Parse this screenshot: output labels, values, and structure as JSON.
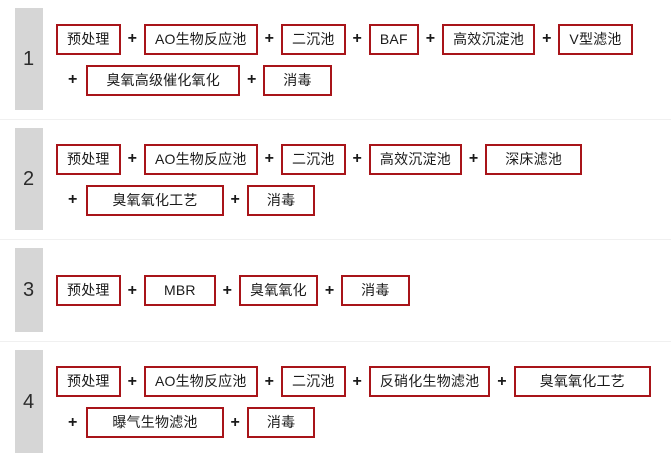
{
  "accent": {
    "box_border": "#a81419",
    "index_chip_bg": "#d6d6d6",
    "row_divider": "#f0f0f0",
    "text": "#1a1a1a",
    "page_bg": "#ffffff"
  },
  "connector": "+",
  "rows": [
    {
      "index": "1",
      "lines": [
        {
          "leading_plus": false,
          "steps": [
            "预处理",
            "AO生物反应池",
            "二沉池",
            "BAF",
            "高效沉淀池",
            "V型滤池"
          ]
        },
        {
          "leading_plus": true,
          "steps": [
            "臭氧高级催化氧化",
            "消毒"
          ]
        }
      ]
    },
    {
      "index": "2",
      "lines": [
        {
          "leading_plus": false,
          "steps": [
            "预处理",
            "AO生物反应池",
            "二沉池",
            "高效沉淀池",
            "深床滤池"
          ]
        },
        {
          "leading_plus": true,
          "steps": [
            "臭氧氧化工艺",
            "消毒"
          ]
        }
      ]
    },
    {
      "index": "3",
      "lines": [
        {
          "leading_plus": false,
          "steps": [
            "预处理",
            "MBR",
            "臭氧氧化",
            "消毒"
          ]
        }
      ]
    },
    {
      "index": "4",
      "lines": [
        {
          "leading_plus": false,
          "steps": [
            "预处理",
            "AO生物反应池",
            "二沉池",
            "反硝化生物滤池",
            "臭氧氧化工艺"
          ]
        },
        {
          "leading_plus": true,
          "steps": [
            "曝气生物滤池",
            "消毒"
          ]
        }
      ]
    }
  ]
}
